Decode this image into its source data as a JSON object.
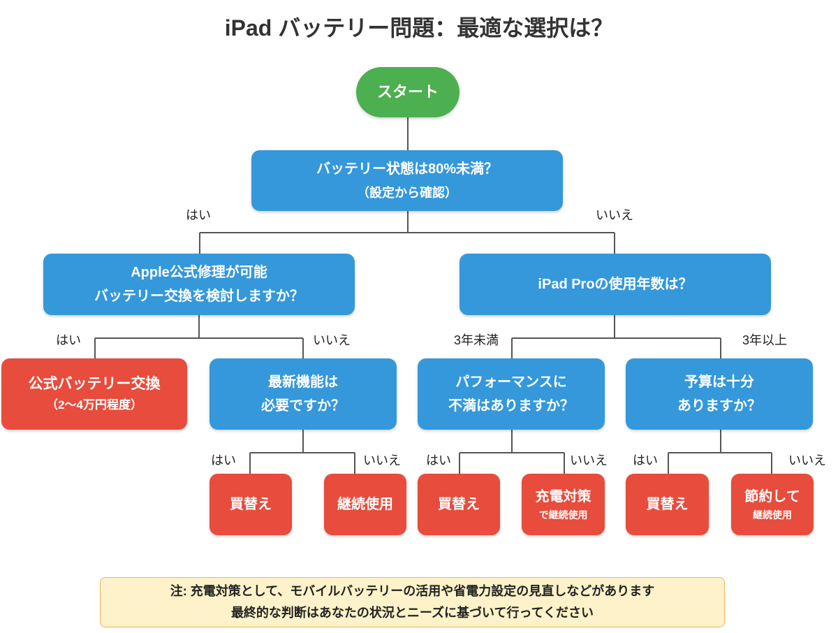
{
  "title": "iPad バッテリー問題：最適な選択は？",
  "colors": {
    "start": "#4caf50",
    "question": "#3498db",
    "outcome": "#e74c3c",
    "connector": "#555555",
    "note_bg": "#fdf2c9",
    "note_border": "#f0b35a",
    "text_dark": "#333333"
  },
  "nodes": {
    "start": {
      "label": "スタート"
    },
    "battery_health": {
      "line1": "バッテリー状態は80%未満？",
      "line2": "（設定から確認）"
    },
    "apple_repair": {
      "line1": "Apple公式修理が可能",
      "line2": "バッテリー交換を検討しますか？"
    },
    "usage_years": {
      "line1": "iPad Proの使用年数は？"
    },
    "official_replacement": {
      "line1": "公式バッテリー交換",
      "line2": "（2〜4万円程度）"
    },
    "latest_features": {
      "line1": "最新機能は",
      "line2": "必要ですか？"
    },
    "performance": {
      "line1": "パフォーマンスに",
      "line2": "不満はありますか？"
    },
    "budget": {
      "line1": "予算は十分",
      "line2": "ありますか？"
    },
    "features_yes": {
      "line1": "買替え"
    },
    "features_no": {
      "line1": "継続使用"
    },
    "performance_yes": {
      "line1": "買替え"
    },
    "performance_no": {
      "line1": "充電対策",
      "line2": "で継続使用"
    },
    "budget_yes": {
      "line1": "買替え"
    },
    "budget_no": {
      "line1": "節約して",
      "line2": "継続使用"
    }
  },
  "edge_labels": {
    "battery_yes": "はい",
    "battery_no": "いいえ",
    "repair_yes": "はい",
    "repair_no": "いいえ",
    "years_under3": "3年未満",
    "years_over3": "3年以上",
    "features_yes": "はい",
    "features_no": "いいえ",
    "performance_yes": "はい",
    "performance_no": "いいえ",
    "budget_yes": "はい",
    "budget_no": "いいえ"
  },
  "note": {
    "line1": "注: 充電対策として、モバイルバッテリーの活用や省電力設定の見直しなどがあります",
    "line2": "最終的な判断はあなたの状況とニーズに基づいて行ってください"
  }
}
